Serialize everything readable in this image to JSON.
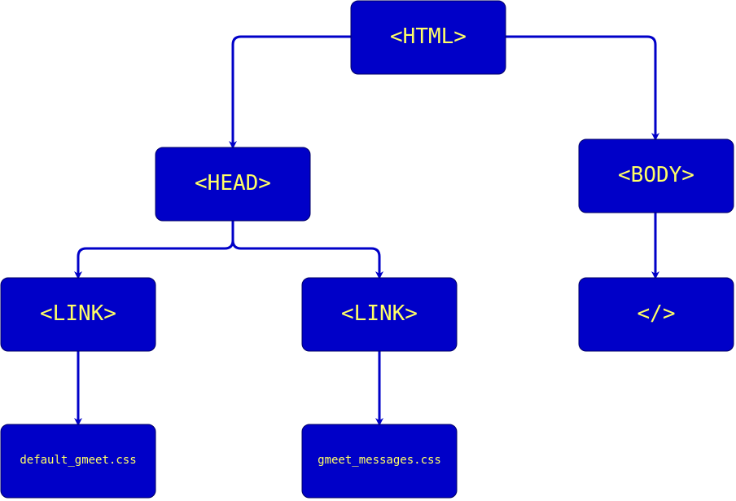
{
  "diagram": {
    "colors": {
      "node_fill": "#0000C8",
      "node_text": "#FFFF66",
      "edge": "#0000C8"
    },
    "nodes": {
      "html": "<HTML>",
      "head": "<HEAD>",
      "body": "<BODY>",
      "link1": "<LINK>",
      "link2": "<LINK>",
      "body_child": "</>",
      "css1": "default_gmeet.css",
      "css2": "gmeet_messages.css"
    },
    "edges": [
      {
        "from": "html",
        "to": "head"
      },
      {
        "from": "html",
        "to": "body"
      },
      {
        "from": "head",
        "to": "link1"
      },
      {
        "from": "head",
        "to": "link2"
      },
      {
        "from": "body",
        "to": "body_child"
      },
      {
        "from": "link1",
        "to": "css1"
      },
      {
        "from": "link2",
        "to": "css2"
      }
    ]
  }
}
